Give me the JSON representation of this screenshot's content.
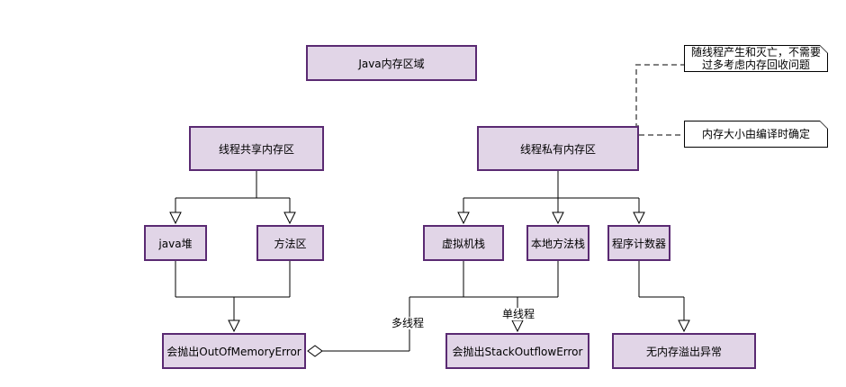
{
  "title": "Java内存区域",
  "shared": {
    "title": "线程共享内存区",
    "heap": "java堆",
    "method_area": "方法区",
    "error": "会抛出OutOfMemoryError"
  },
  "private": {
    "title": "线程私有内存区",
    "vm_stack": "虚拟机栈",
    "native_stack": "本地方法栈",
    "pc": "程序计数器",
    "stack_error": "会抛出StackOutflowError",
    "pc_note": "无内存溢出异常"
  },
  "notes": {
    "lifecycle_line1": "随线程产生和灭亡，不需要",
    "lifecycle_line2": "过多考虑内存回收问题",
    "size": "内存大小由编译时确定"
  },
  "edge_labels": {
    "multi_thread": "多线程",
    "single_thread": "单线程"
  },
  "colors": {
    "box_fill": "#e1d5e7",
    "box_border": "#5a2a72",
    "connector": "#000000",
    "note_connector": "#808080"
  }
}
